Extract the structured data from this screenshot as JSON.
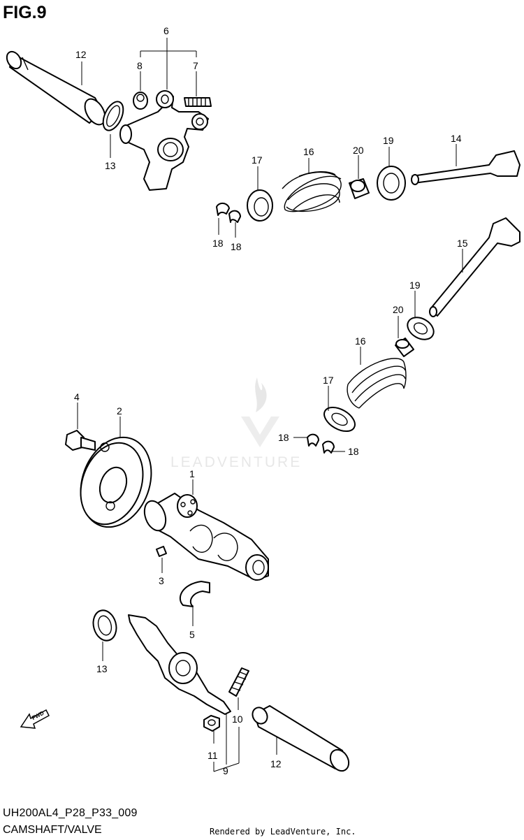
{
  "figure": {
    "title": "FIG.9",
    "model_code": "UH200AL4_P28_P33_009",
    "caption": "CAMSHAFT/VALVE",
    "credit": "Rendered by LeadVenture, Inc.",
    "watermark": "LEADVENTURE",
    "fwd_label": "FWD"
  },
  "callouts": {
    "c1": "1",
    "c2": "2",
    "c3": "3",
    "c4": "4",
    "c5": "5",
    "c6": "6",
    "c7": "7",
    "c8": "8",
    "c9": "9",
    "c10": "10",
    "c11": "11",
    "c12a": "12",
    "c12b": "12",
    "c13a": "13",
    "c13b": "13",
    "c14": "14",
    "c15": "15",
    "c16a": "16",
    "c16b": "16",
    "c17a": "17",
    "c17b": "17",
    "c18a": "18",
    "c18b": "18",
    "c18c": "18",
    "c18d": "18",
    "c19a": "19",
    "c19b": "19",
    "c20a": "20",
    "c20b": "20"
  }
}
